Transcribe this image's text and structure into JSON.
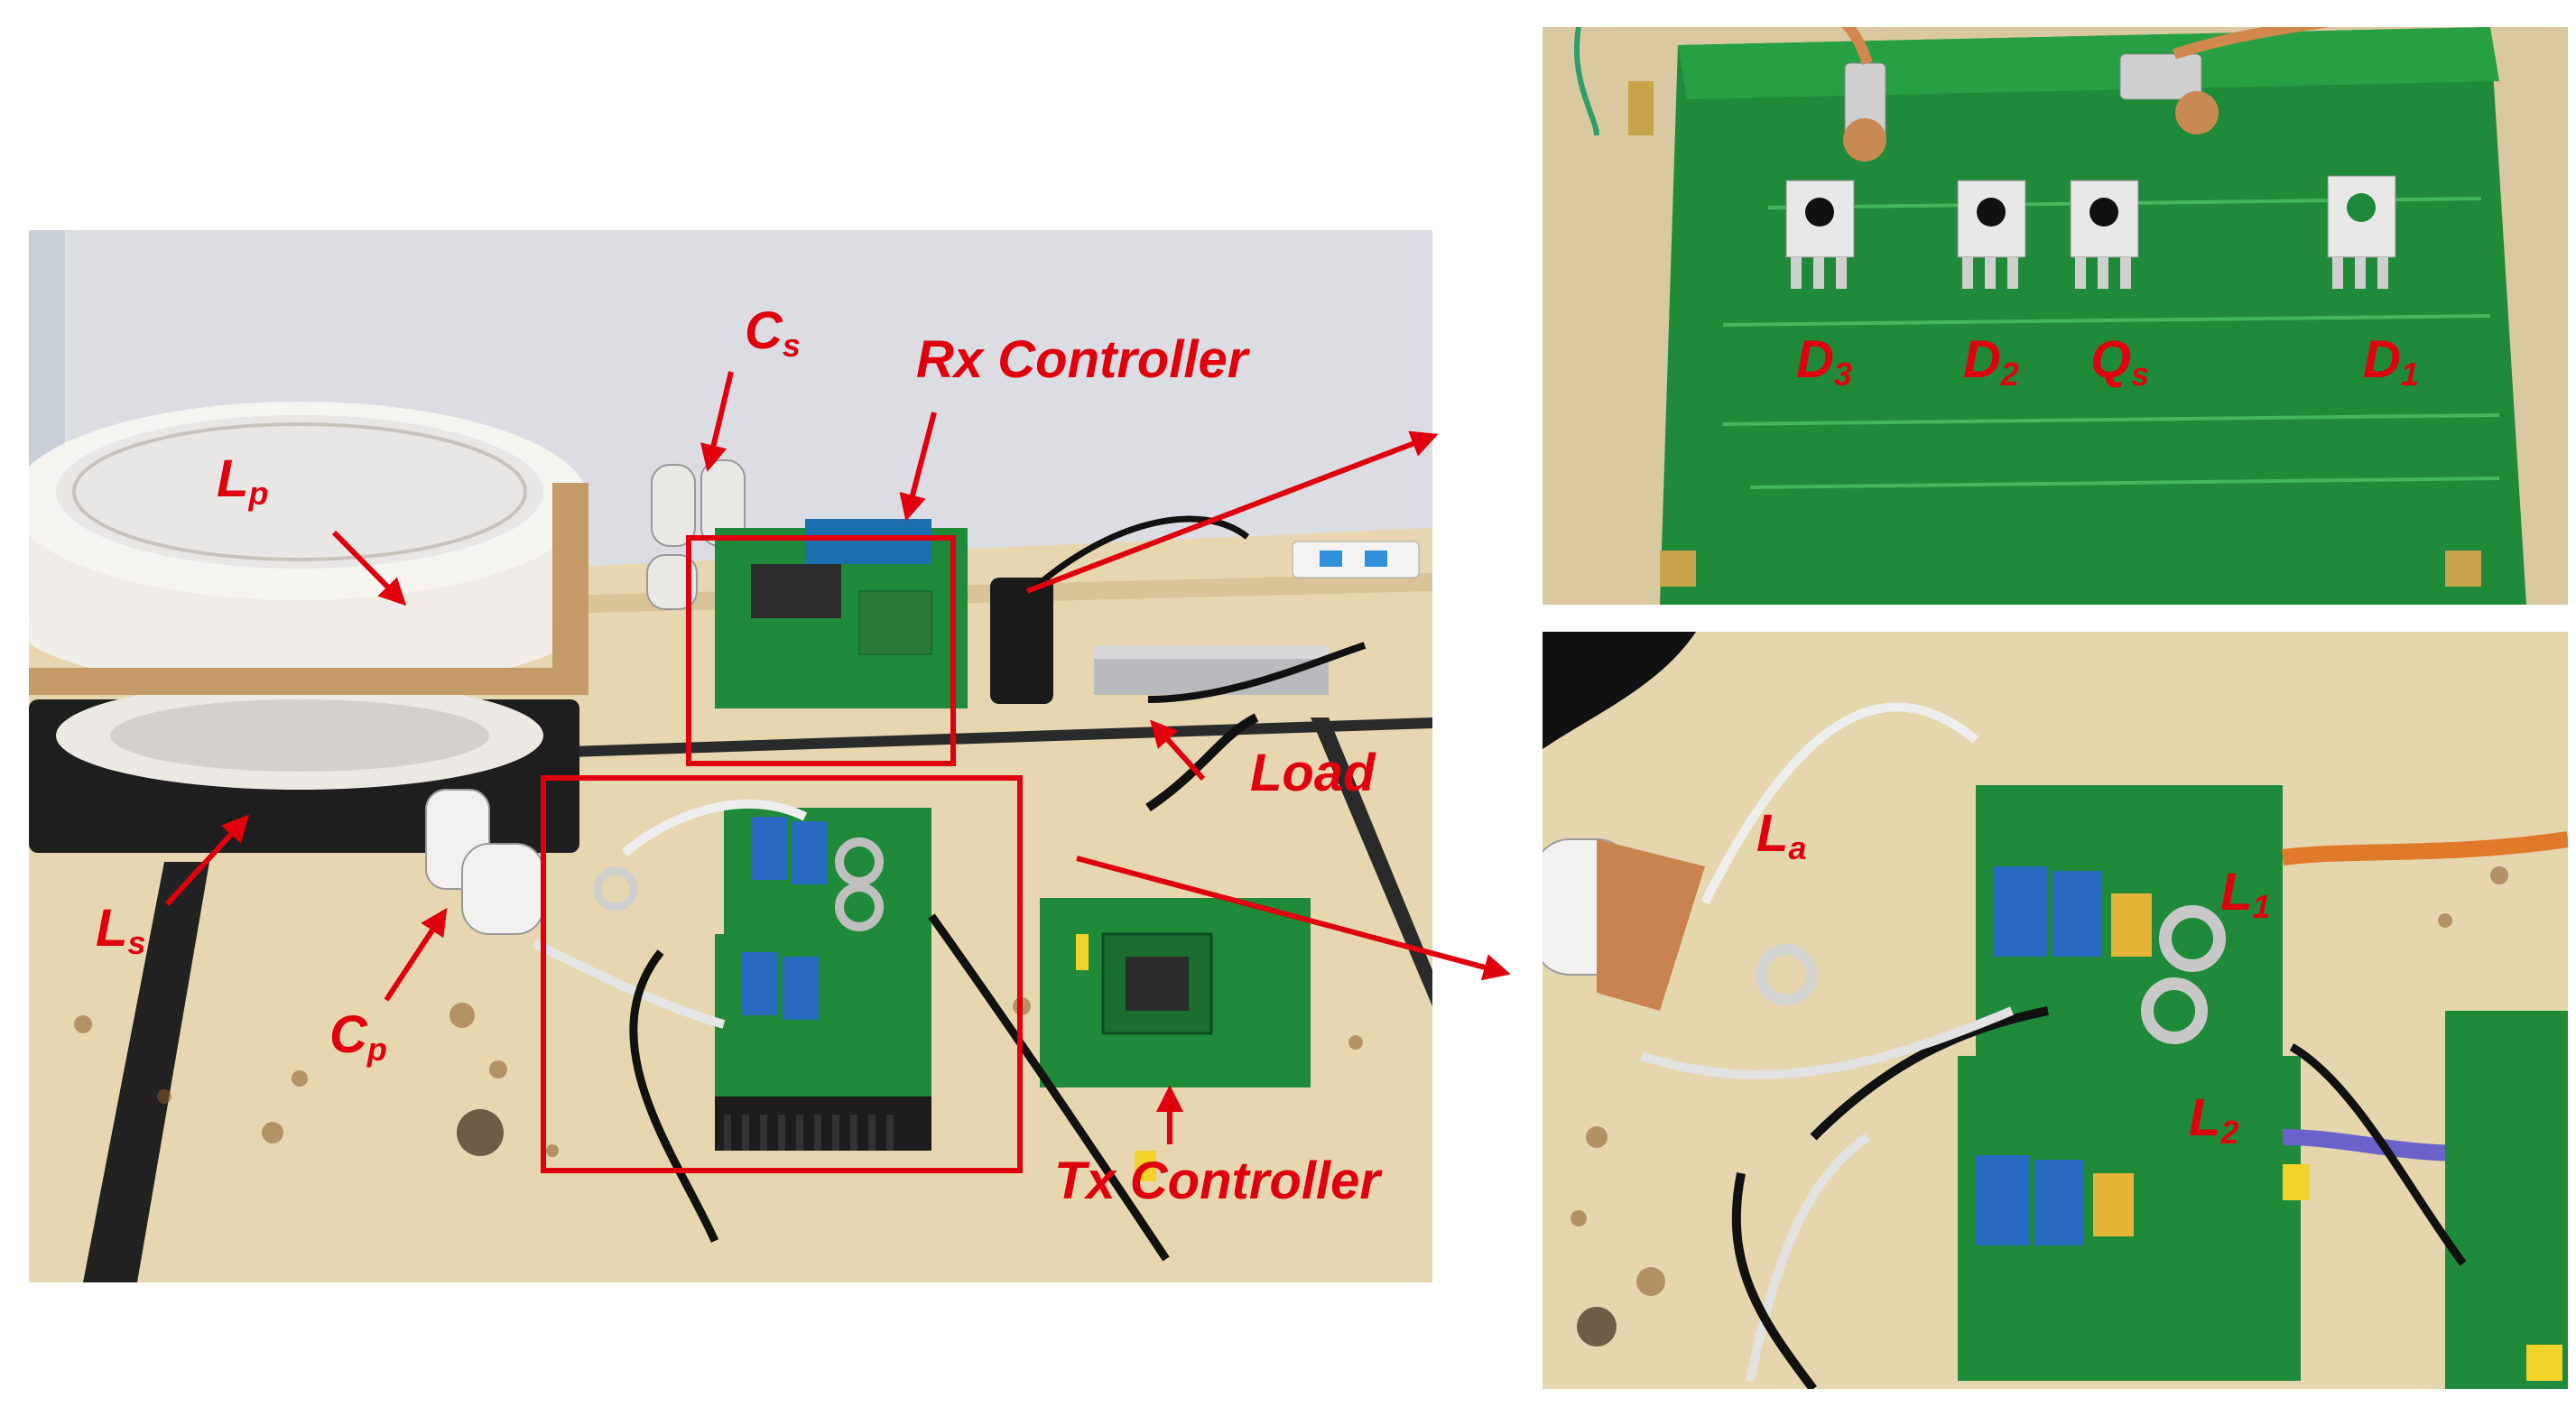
{
  "labels": {
    "cs": {
      "base": "C",
      "sub": "s"
    },
    "lp": {
      "base": "L",
      "sub": "p"
    },
    "ls": {
      "base": "L",
      "sub": "s"
    },
    "cp": {
      "base": "C",
      "sub": "p"
    },
    "rx_controller": "Rx Controller",
    "load": "Load",
    "tx_controller": "Tx Controller",
    "d3": {
      "base": "D",
      "sub": "3"
    },
    "d2": {
      "base": "D",
      "sub": "2"
    },
    "qs": {
      "base": "Q",
      "sub": "s"
    },
    "d1": {
      "base": "D",
      "sub": "1"
    },
    "la": {
      "base": "L",
      "sub": "a"
    },
    "l1": {
      "base": "L",
      "sub": "1"
    },
    "l2": {
      "base": "L",
      "sub": "2"
    }
  },
  "colors": {
    "annotation": "#e0000d",
    "pcb_green": "#1f8a3a",
    "bench": "#e6d6ae",
    "wall": "#dedfe3",
    "coil_white": "#f2f0ee",
    "heatsink": "#1c1c1c",
    "capacitor_blue": "#2a6cc2"
  }
}
